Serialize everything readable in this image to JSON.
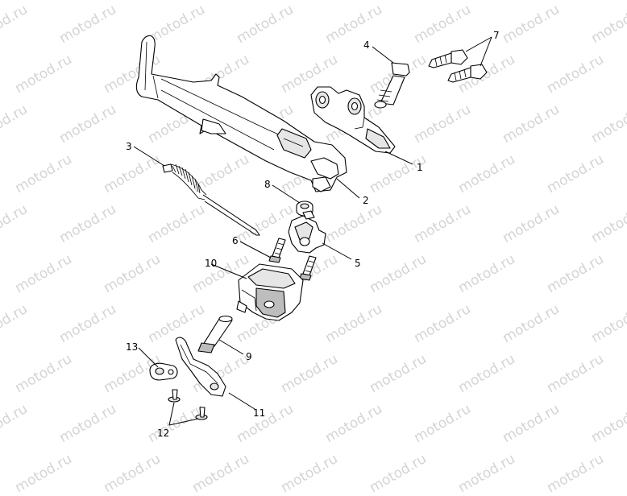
{
  "watermark_text": "motod.ru",
  "callouts": [
    {
      "id": "1",
      "label": "1"
    },
    {
      "id": "2",
      "label": "2"
    },
    {
      "id": "3",
      "label": "3"
    },
    {
      "id": "4",
      "label": "4"
    },
    {
      "id": "5",
      "label": "5"
    },
    {
      "id": "6",
      "label": "6"
    },
    {
      "id": "7",
      "label": "7"
    },
    {
      "id": "8",
      "label": "8"
    },
    {
      "id": "9",
      "label": "9"
    },
    {
      "id": "10",
      "label": "10"
    },
    {
      "id": "11",
      "label": "11"
    },
    {
      "id": "12",
      "label": "12"
    },
    {
      "id": "13",
      "label": "13"
    }
  ]
}
